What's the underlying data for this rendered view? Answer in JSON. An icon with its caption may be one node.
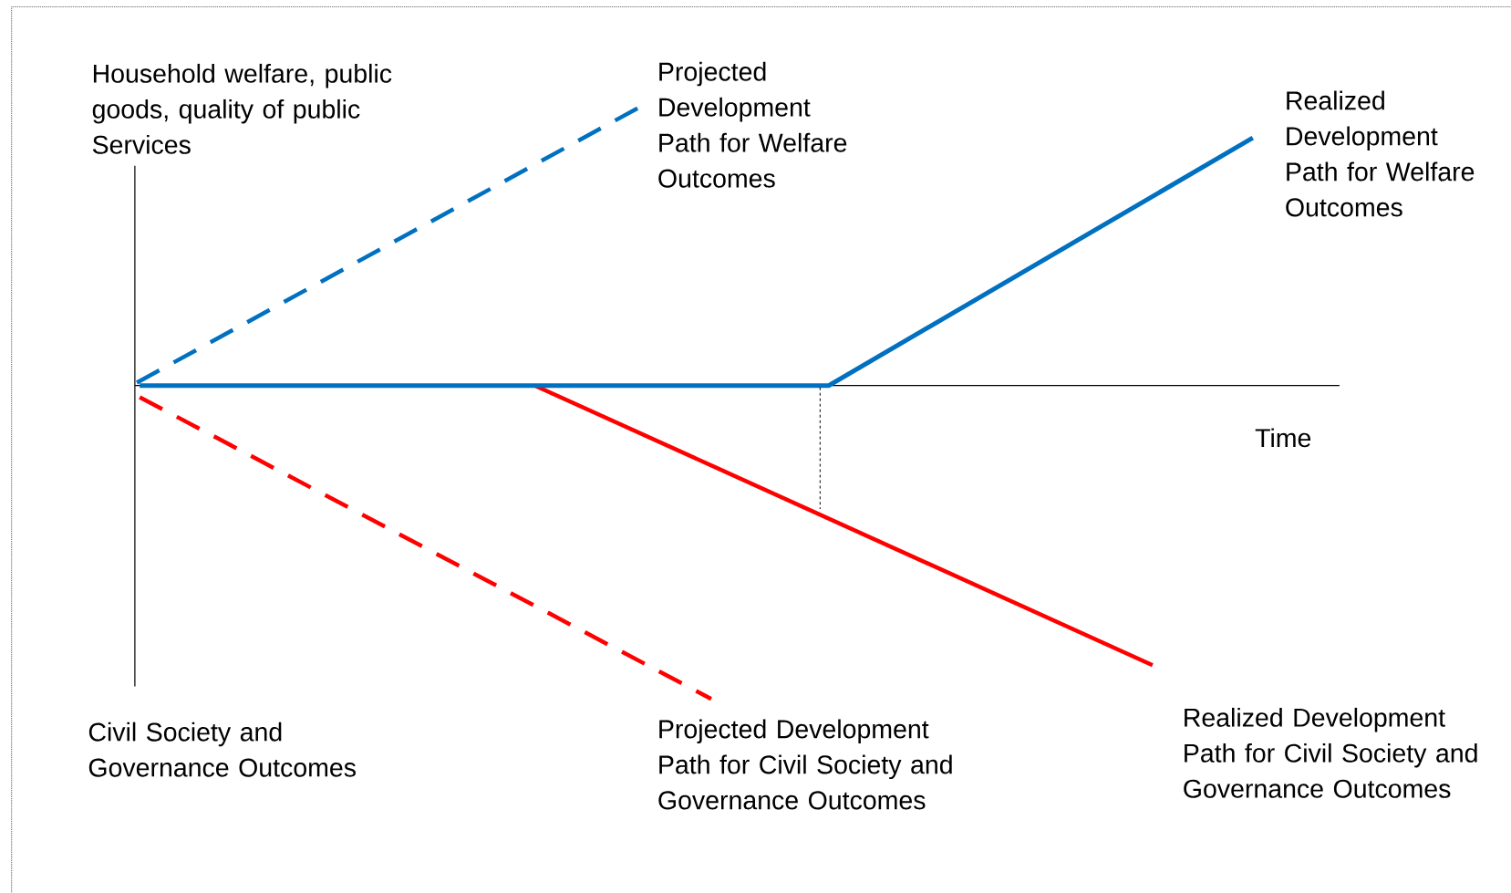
{
  "diagram": {
    "labels": [
      "Household welfare, public goods, quality of public Services",
      "Projected Development Path for Welfare Outcomes",
      "Realized Development Path for Welfare Outcomes",
      "Time",
      "Civil Society and Governance Outcomes",
      "Projected Development Path for Civil Society and Governance Outcomes",
      "Realized Development Path for Civil Society and Governance Outcomes"
    ]
  }
}
